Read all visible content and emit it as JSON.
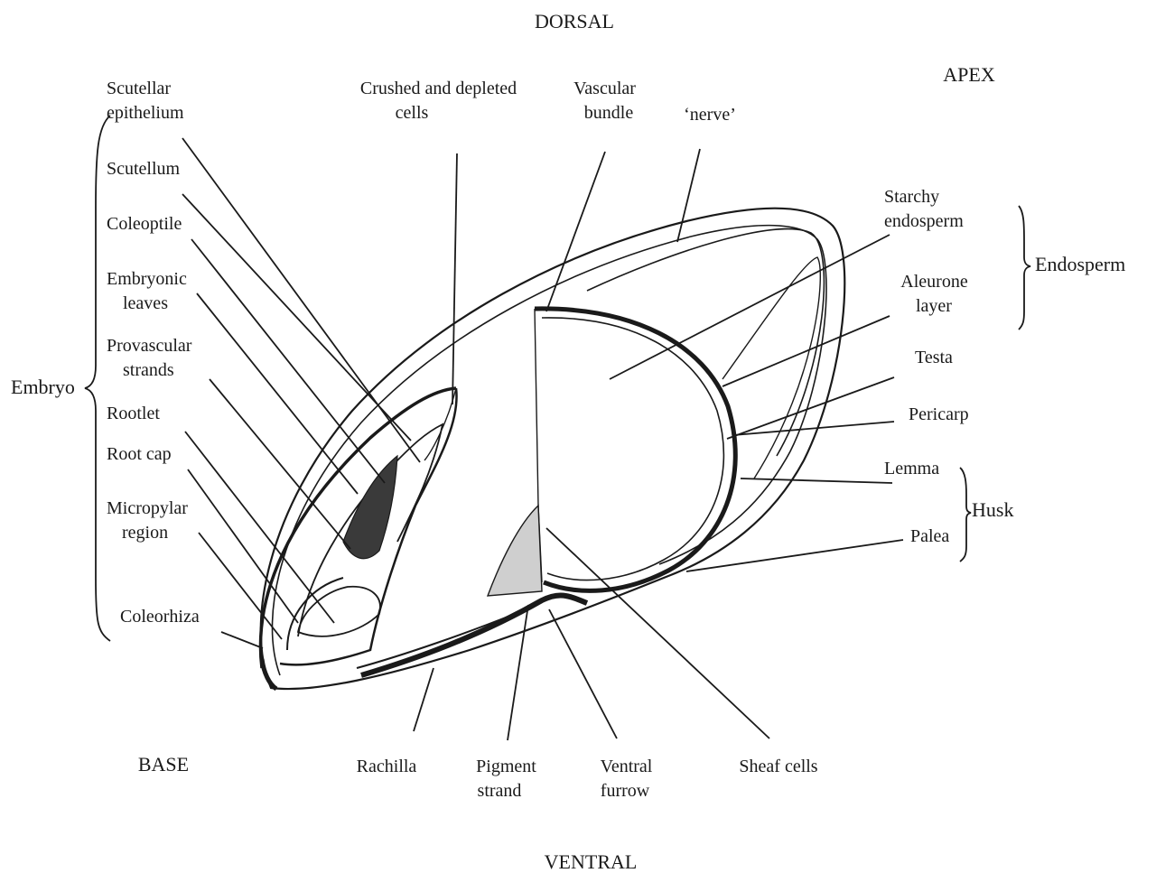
{
  "orientation": {
    "dorsal": "DORSAL",
    "ventral": "VENTRAL",
    "apex": "APEX",
    "base": "BASE"
  },
  "groups": {
    "embryo": "Embryo",
    "endosperm": "Endosperm",
    "husk": "Husk"
  },
  "labels": {
    "scutellar_epithelium": [
      "Scutellar",
      "epithelium"
    ],
    "scutellum": "Scutellum",
    "coleoptile": "Coleoptile",
    "embryonic_leaves": [
      "Embryonic",
      "leaves"
    ],
    "provascular_strands": [
      "Provascular",
      "strands"
    ],
    "rootlet": "Rootlet",
    "root_cap": "Root cap",
    "micropylar_region": [
      "Micropylar",
      "region"
    ],
    "coleorhiza": "Coleorhiza",
    "crushed_depleted_cells": [
      "Crushed and depleted",
      "cells"
    ],
    "vascular_bundle": [
      "Vascular",
      "bundle"
    ],
    "nerve": "‘nerve’",
    "starchy_endosperm": [
      "Starchy",
      "endosperm"
    ],
    "aleurone_layer": [
      "Aleurone",
      "layer"
    ],
    "testa": "Testa",
    "pericarp": "Pericarp",
    "lemma": "Lemma",
    "palea": "Palea",
    "rachilla": "Rachilla",
    "pigment_strand": [
      "Pigment",
      "strand"
    ],
    "ventral_furrow": [
      "Ventral",
      "furrow"
    ],
    "sheaf_cells": "Sheaf cells"
  }
}
